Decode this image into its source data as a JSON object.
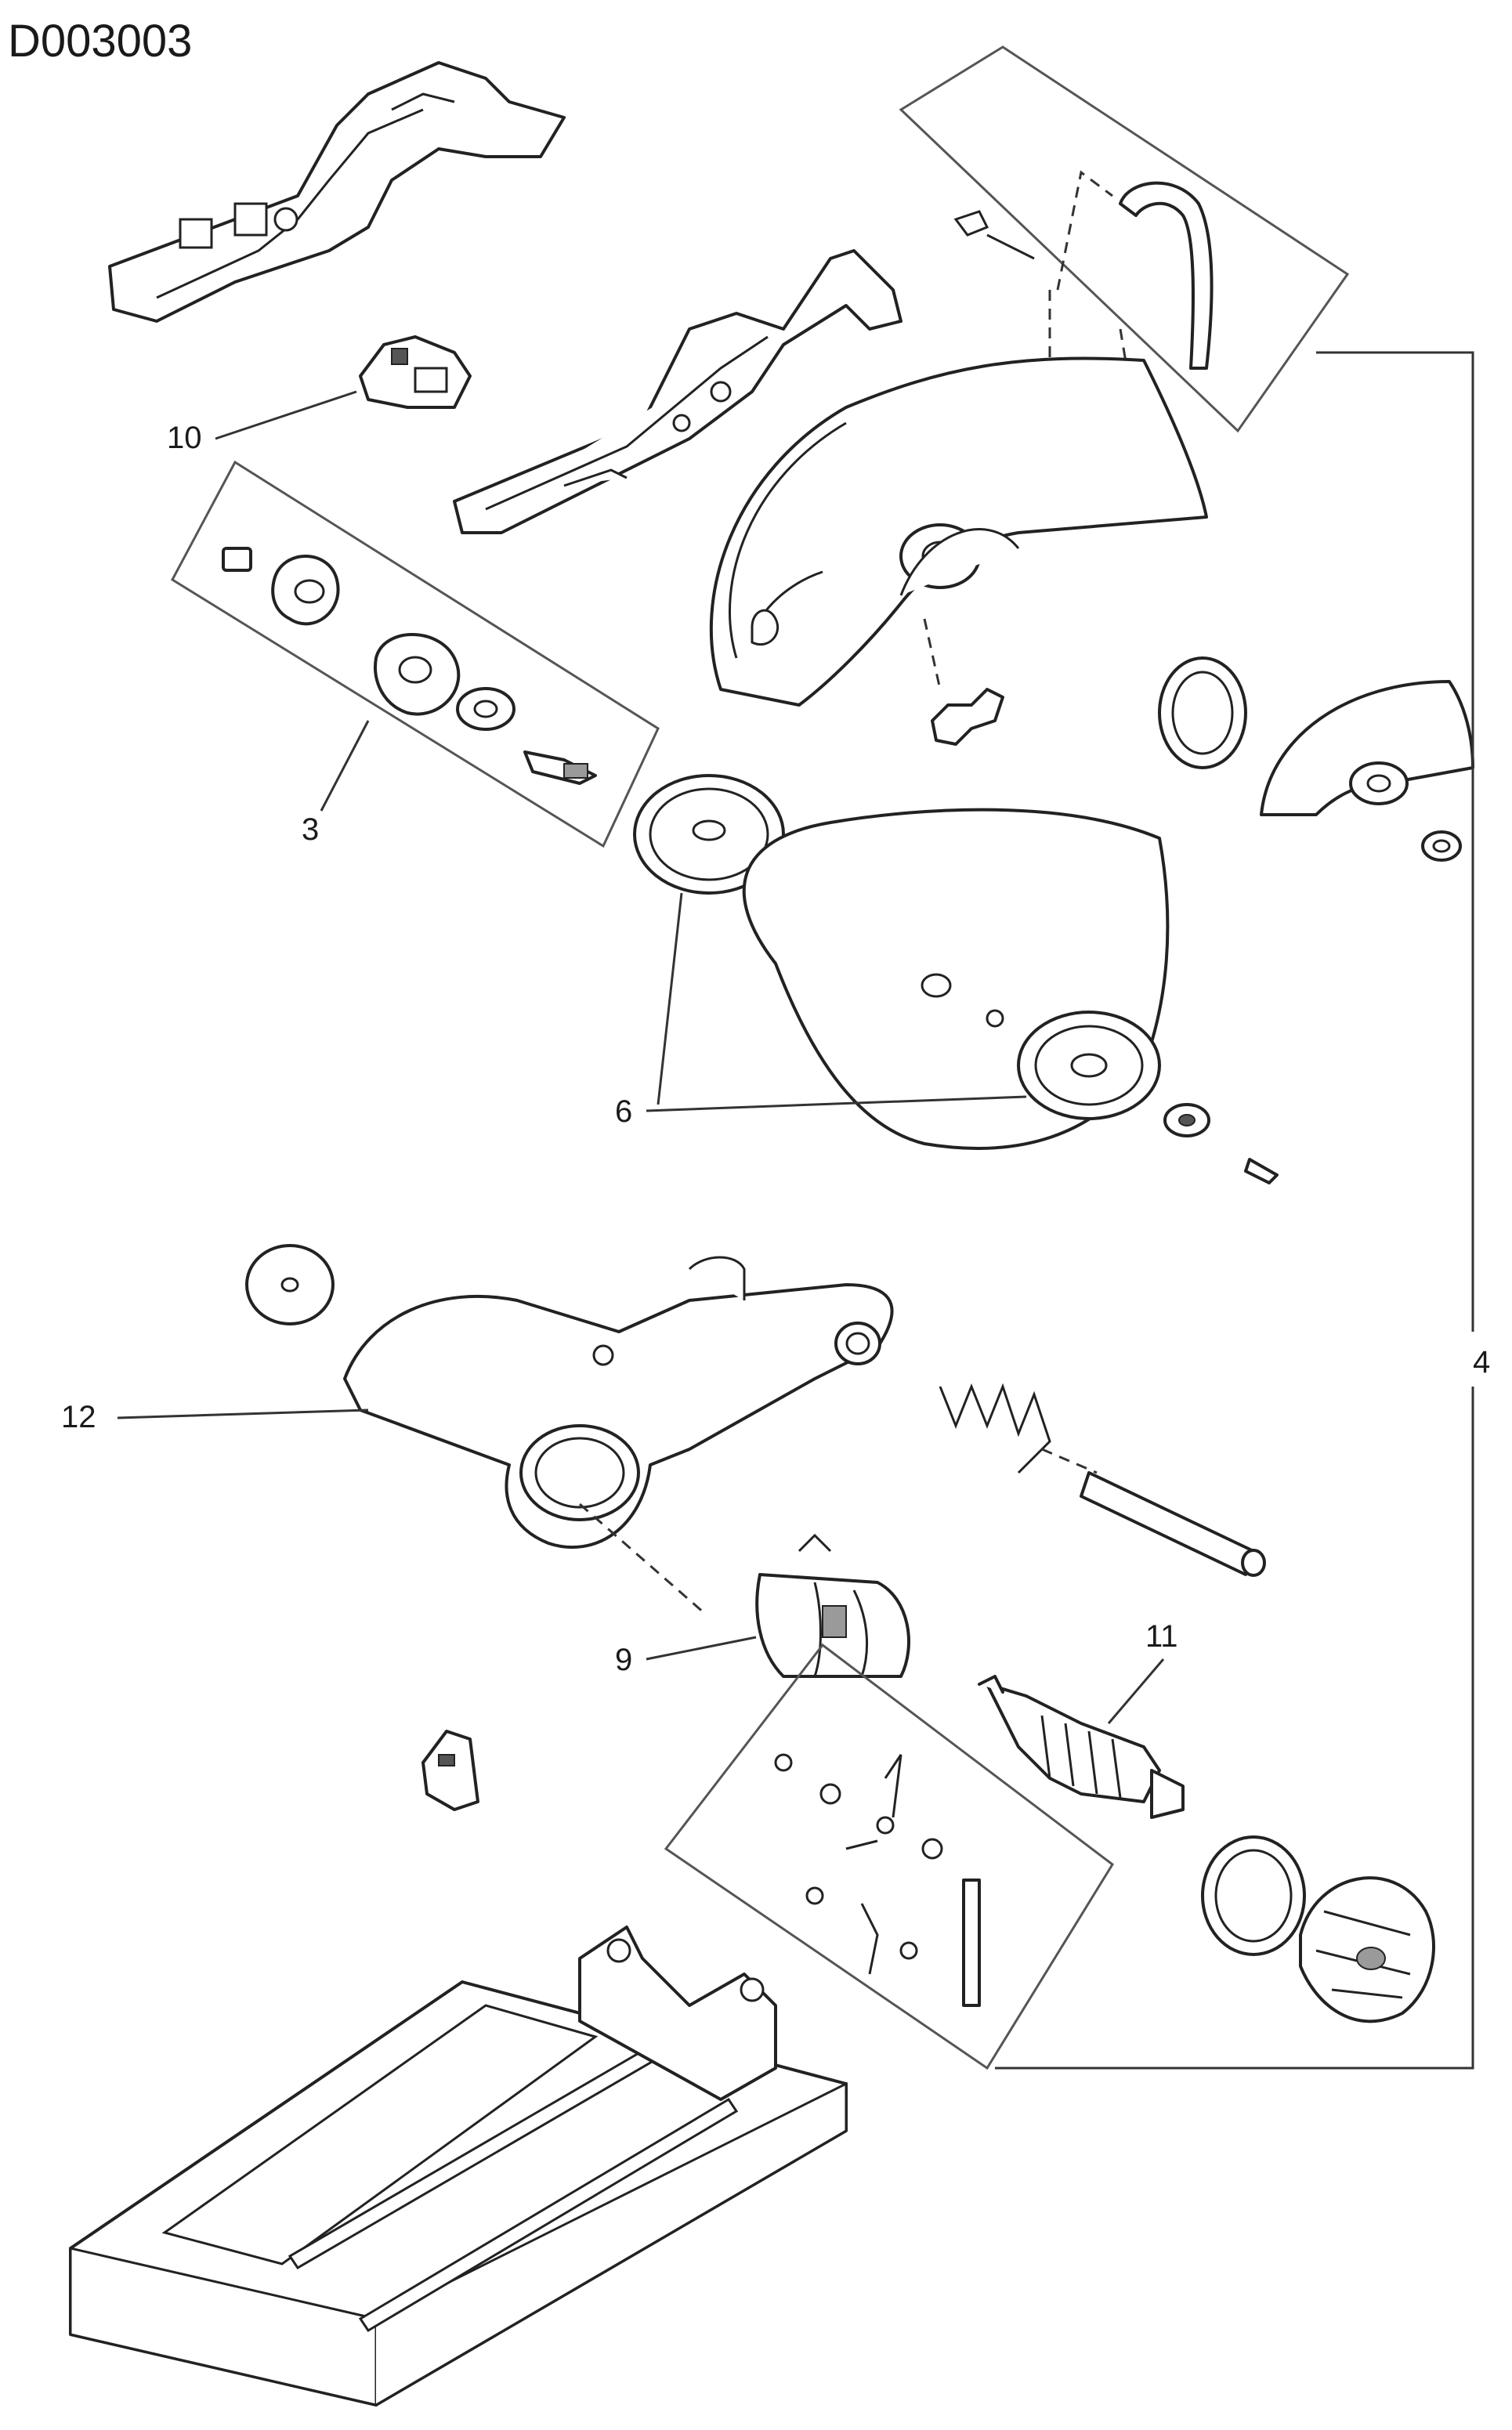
{
  "diagram": {
    "code": "D003003",
    "callouts": [
      {
        "id": "10",
        "label": "10"
      },
      {
        "id": "3",
        "label": "3"
      },
      {
        "id": "6",
        "label": "6"
      },
      {
        "id": "12",
        "label": "12"
      },
      {
        "id": "9",
        "label": "9"
      },
      {
        "id": "11",
        "label": "11"
      },
      {
        "id": "4",
        "label": "4"
      }
    ]
  }
}
